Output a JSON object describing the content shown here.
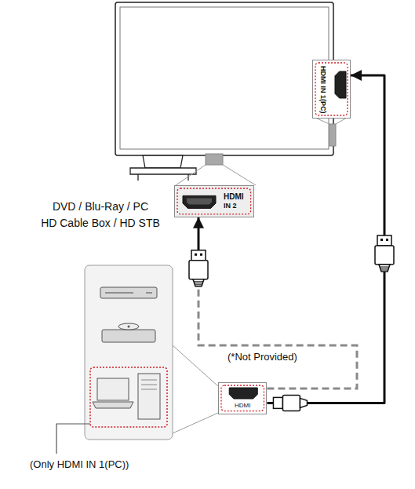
{
  "diagram": {
    "nodes": [
      {
        "text": [
          "HDMI IN 1(PC)"
        ]
      },
      {
        "text": [
          "HDMI",
          "IN 2"
        ]
      },
      {
        "text": [
          "HDMI"
        ]
      }
    ],
    "edges": [
      {
        "from": 2,
        "to": 0,
        "arrow": "to"
      },
      {
        "from": 2,
        "to": 1,
        "arrow": "to"
      }
    ],
    "labels": [
      "DVD / Blu-Ray / PC",
      "HD Cable Box / HD STB",
      "(*Not Provided)",
      "(Only HDMI IN 1(PC))"
    ]
  }
}
